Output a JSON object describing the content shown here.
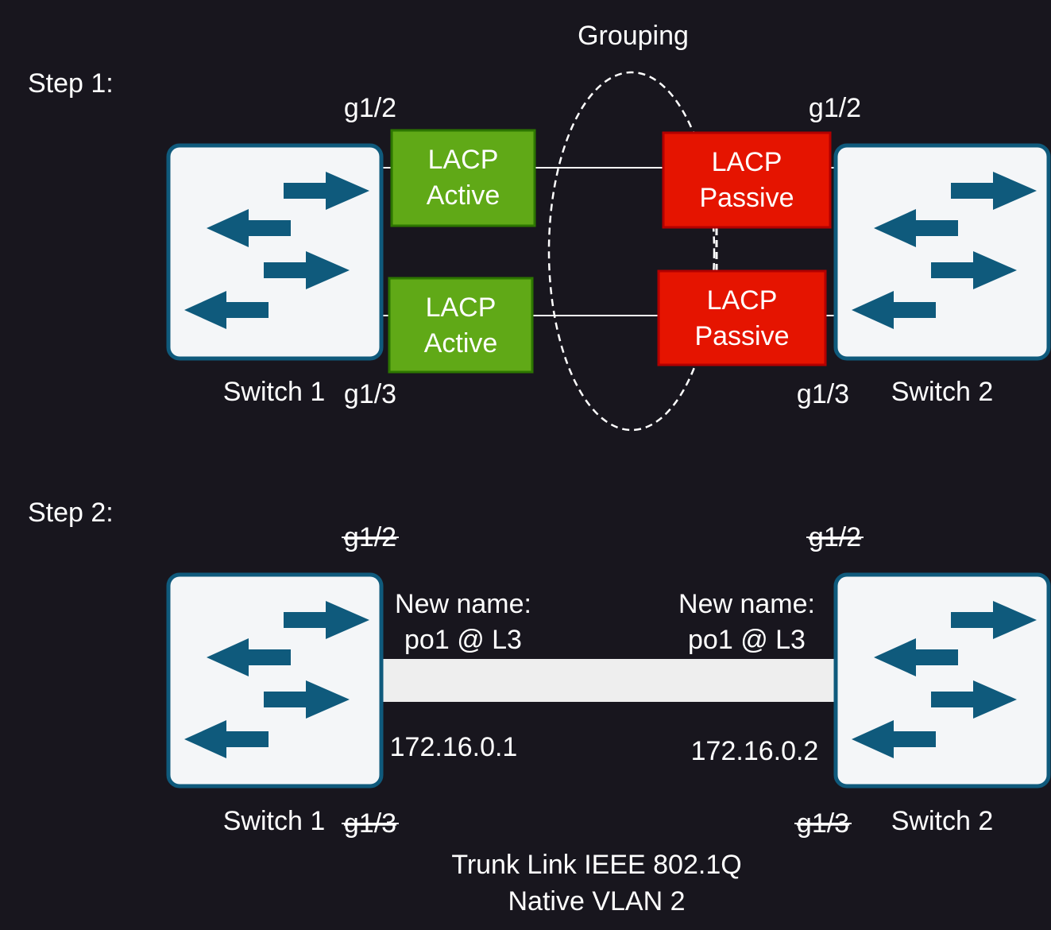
{
  "grouping_label": "Grouping",
  "step1": {
    "label": "Step 1:",
    "switch1": {
      "name": "Switch 1",
      "port_top": "g1/2",
      "port_bottom": "g1/3",
      "lacp_top": {
        "line1": "LACP",
        "line2": "Active"
      },
      "lacp_bottom": {
        "line1": "LACP",
        "line2": "Active"
      }
    },
    "switch2": {
      "name": "Switch 2",
      "port_top": "g1/2",
      "port_bottom": "g1/3",
      "lacp_top": {
        "line1": "LACP",
        "line2": "Passive"
      },
      "lacp_bottom": {
        "line1": "LACP",
        "line2": "Passive"
      }
    }
  },
  "step2": {
    "label": "Step 2:",
    "switch1": {
      "name": "Switch 1",
      "port_top": "g1/2",
      "port_bottom": "g1/3",
      "new_name_line1": "New name:",
      "new_name_line2": "po1 @ L3",
      "ip": "172.16.0.1"
    },
    "switch2": {
      "name": "Switch 2",
      "port_top": "g1/2",
      "port_bottom": "g1/3",
      "new_name_line1": "New name:",
      "new_name_line2": "po1 @ L3",
      "ip": "172.16.0.2"
    },
    "trunk_line1": "Trunk Link IEEE 802.1Q",
    "trunk_line2": "Native VLAN 2"
  },
  "colors": {
    "background": "#18161e",
    "switch_body": "#f4f6f8",
    "switch_border": "#0f5a7c",
    "arrow": "#0f5a7c",
    "active": "#60a917",
    "active_border": "#2d7600",
    "passive": "#e51400",
    "passive_border": "#b20000",
    "trunk": "#eeeeee"
  }
}
